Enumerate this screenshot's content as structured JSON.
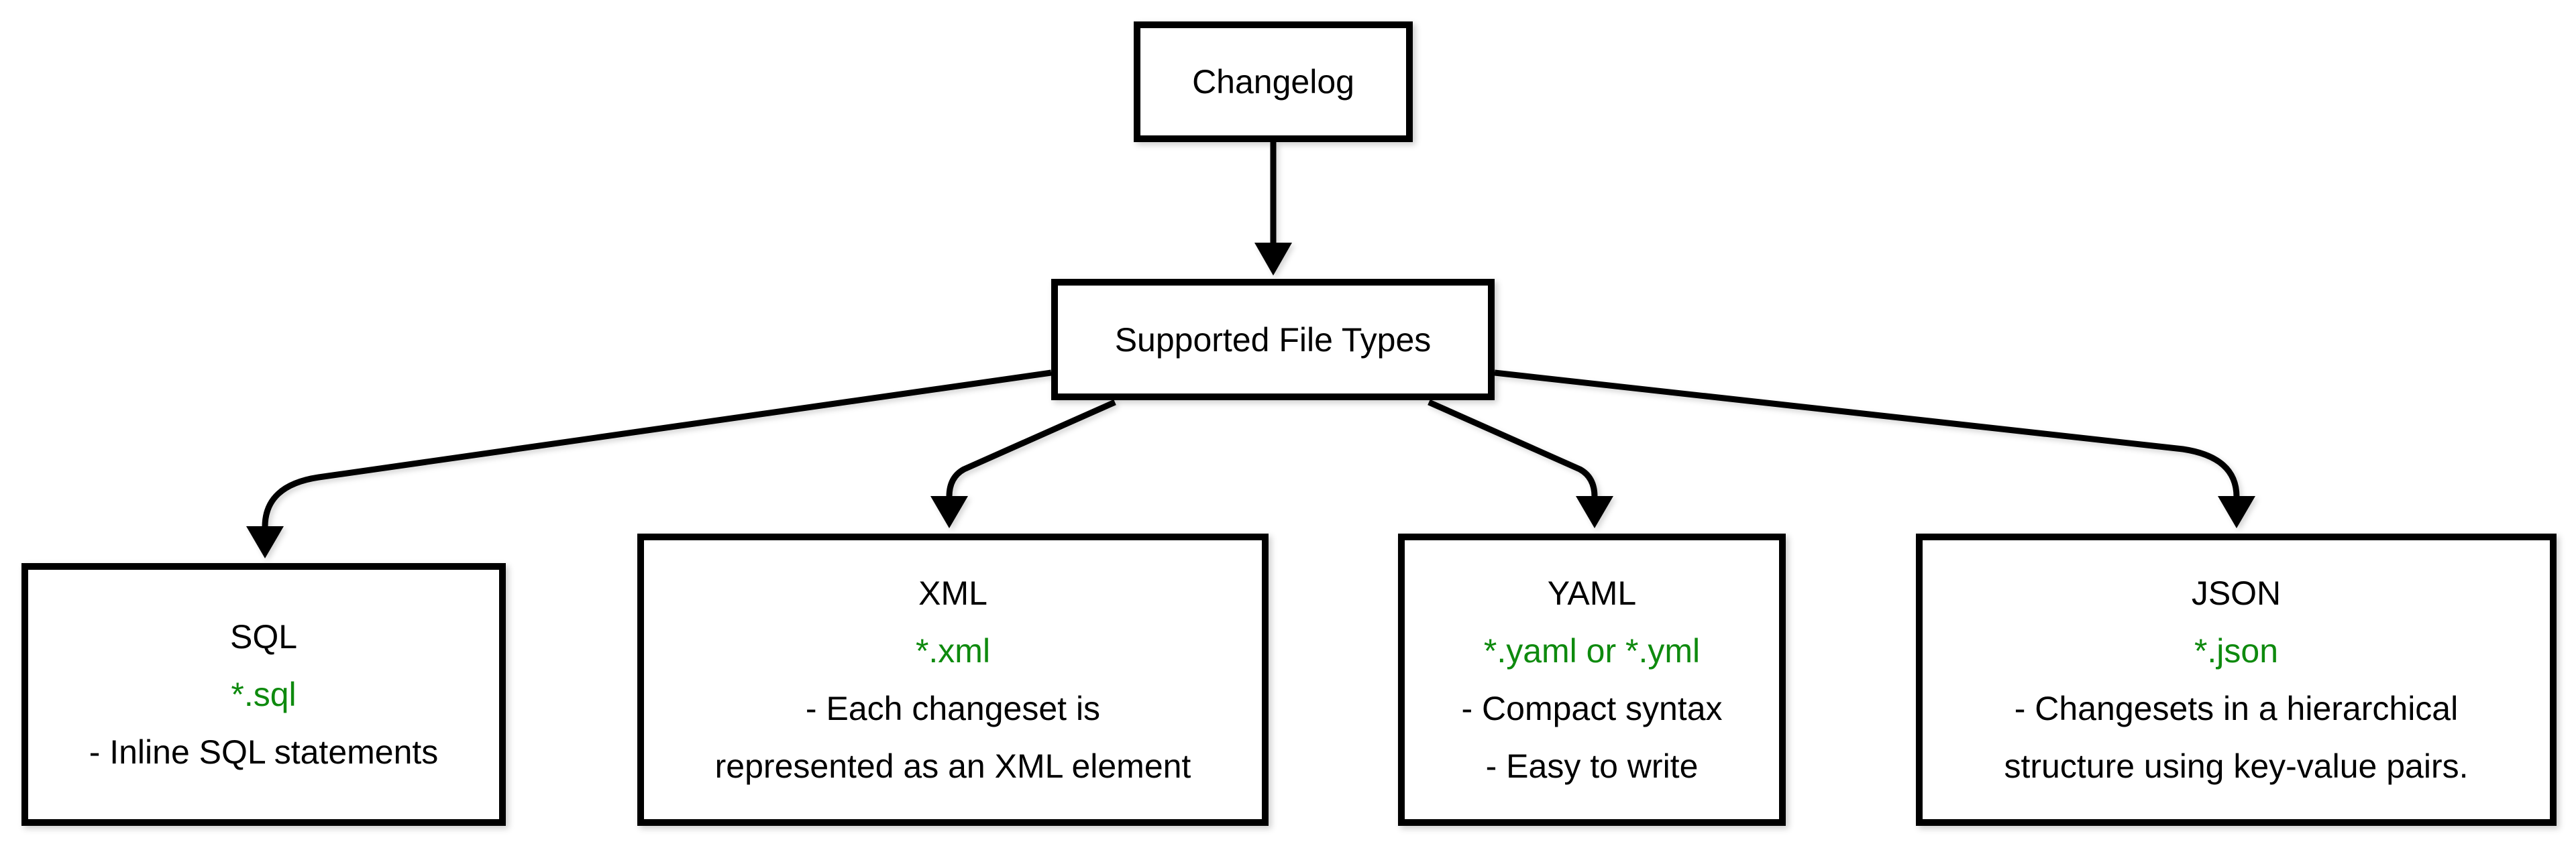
{
  "diagram": {
    "root_node": {
      "label": "Changelog"
    },
    "hub_node": {
      "label": "Supported File Types"
    },
    "file_types": [
      {
        "title": "SQL",
        "extension": "*.sql",
        "description_lines": [
          "- Inline SQL statements"
        ]
      },
      {
        "title": "XML",
        "extension": "*.xml",
        "description_lines": [
          "- Each changeset is",
          "represented as an XML element"
        ]
      },
      {
        "title": "YAML",
        "extension": "*.yaml or *.yml",
        "description_lines": [
          "- Compact syntax",
          "- Easy to write"
        ]
      },
      {
        "title": "JSON",
        "extension": "*.json",
        "description_lines": [
          "- Changesets in a hierarchical",
          "structure using key-value pairs."
        ]
      }
    ],
    "colors": {
      "extension_text": "#0E8A0E",
      "node_border": "#000000",
      "node_fill": "#FFFFFF",
      "connector": "#000000",
      "background": "#FFFFFF"
    }
  }
}
